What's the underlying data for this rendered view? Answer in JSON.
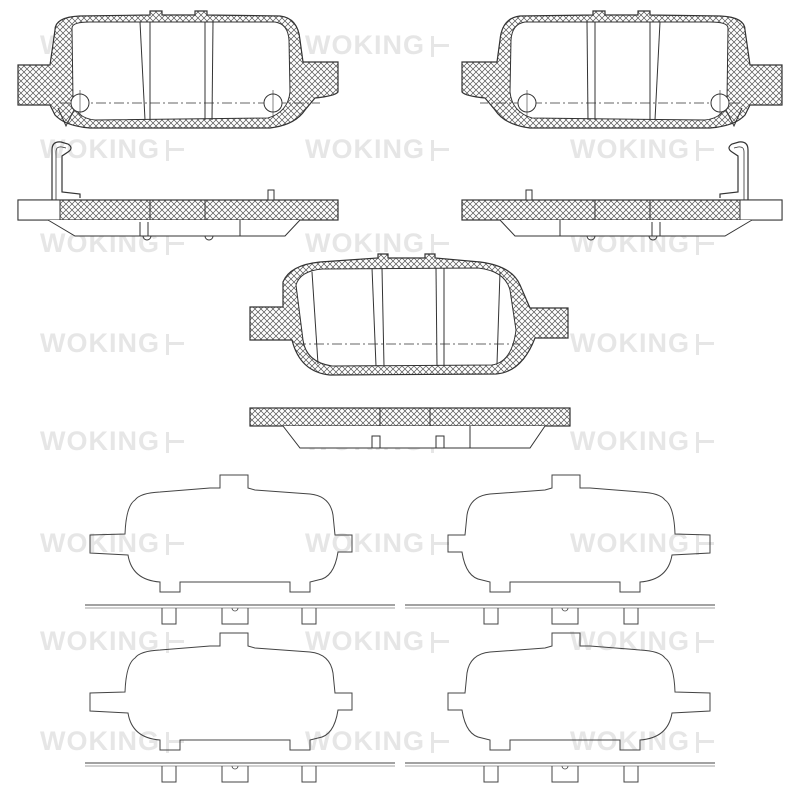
{
  "brand": {
    "watermark_text": "WOKING",
    "watermark_color": "#e6e6e6"
  },
  "drawing": {
    "line_color": "#333333",
    "hatch_color": "#555555",
    "parts": [
      {
        "name": "brake-pad-front-view-left",
        "type": "pad-front",
        "count": 1
      },
      {
        "name": "brake-pad-front-view-right",
        "type": "pad-front-mirrored",
        "count": 1
      },
      {
        "name": "brake-pad-side-view-left",
        "type": "pad-side-with-clip",
        "count": 1
      },
      {
        "name": "brake-pad-side-view-right",
        "type": "pad-side-with-clip-mirrored",
        "count": 1
      },
      {
        "name": "brake-pad-front-view-center",
        "type": "pad-front-plain",
        "count": 1
      },
      {
        "name": "brake-pad-side-view-center",
        "type": "pad-side-plain",
        "count": 1
      },
      {
        "name": "anti-rattle-shim",
        "type": "shim-outline",
        "count": 4
      }
    ]
  }
}
